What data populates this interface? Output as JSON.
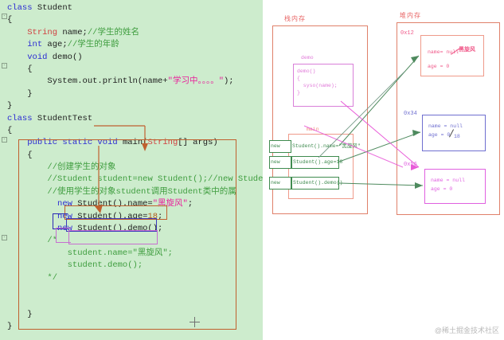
{
  "editor": {
    "background_color": "#cdeccd",
    "lines": [
      [
        {
          "t": "class ",
          "c": "kw"
        },
        {
          "t": "Student",
          "c": "plain"
        }
      ],
      [
        {
          "t": "{",
          "c": "plain"
        }
      ],
      [
        {
          "t": "    ",
          "c": "plain"
        },
        {
          "t": "String",
          "c": "typ"
        },
        {
          "t": " name;",
          "c": "plain"
        },
        {
          "t": "//学生的姓名",
          "c": "cmt"
        }
      ],
      [
        {
          "t": "    ",
          "c": "plain"
        },
        {
          "t": "int",
          "c": "kw"
        },
        {
          "t": " age;",
          "c": "plain"
        },
        {
          "t": "//学生的年龄",
          "c": "cmt"
        }
      ],
      [
        {
          "t": "    ",
          "c": "plain"
        },
        {
          "t": "void",
          "c": "kw"
        },
        {
          "t": " demo()",
          "c": "plain"
        }
      ],
      [
        {
          "t": "    {",
          "c": "plain"
        }
      ],
      [
        {
          "t": "        System.out.println(name+",
          "c": "plain"
        },
        {
          "t": "\"学习中。。。。\"",
          "c": "str"
        },
        {
          "t": ");",
          "c": "plain"
        }
      ],
      [
        {
          "t": "    }",
          "c": "plain"
        }
      ],
      [
        {
          "t": "}",
          "c": "plain"
        }
      ],
      [
        {
          "t": "class ",
          "c": "kw"
        },
        {
          "t": "StudentTest",
          "c": "plain"
        }
      ],
      [
        {
          "t": "{",
          "c": "plain"
        }
      ],
      [
        {
          "t": "    ",
          "c": "plain"
        },
        {
          "t": "public static void ",
          "c": "kw"
        },
        {
          "t": "main(",
          "c": "plain"
        },
        {
          "t": "String",
          "c": "typ"
        },
        {
          "t": "[] args)",
          "c": "plain"
        }
      ],
      [
        {
          "t": "    {",
          "c": "plain"
        }
      ],
      [
        {
          "t": "        ",
          "c": "plain"
        },
        {
          "t": "//创建学生的对象",
          "c": "cmt"
        }
      ],
      [
        {
          "t": "        ",
          "c": "plain"
        },
        {
          "t": "//Student student=new Student();//new Stude",
          "c": "cmt"
        }
      ],
      [
        {
          "t": "        ",
          "c": "plain"
        },
        {
          "t": "//使用学生的对象student调用Student类中的属",
          "c": "cmt"
        }
      ],
      [
        {
          "t": "          ",
          "c": "plain"
        },
        {
          "t": "new",
          "c": "kw"
        },
        {
          "t": " Student().name=",
          "c": "plain"
        },
        {
          "t": "\"黑旋风\"",
          "c": "str"
        },
        {
          "t": ";",
          "c": "plain"
        }
      ],
      [
        {
          "t": "          ",
          "c": "plain"
        },
        {
          "t": "new",
          "c": "kw"
        },
        {
          "t": " Student().age=",
          "c": "plain"
        },
        {
          "t": "18",
          "c": "num"
        },
        {
          "t": ";",
          "c": "plain"
        }
      ],
      [
        {
          "t": "          ",
          "c": "plain"
        },
        {
          "t": "new",
          "c": "kw"
        },
        {
          "t": " Student().demo();",
          "c": "plain"
        }
      ],
      [
        {
          "t": "        ",
          "c": "plain"
        },
        {
          "t": "/*",
          "c": "cmt"
        }
      ],
      [
        {
          "t": "            ",
          "c": "plain"
        },
        {
          "t": "student.name=\"黑旋风\";",
          "c": "cmt"
        }
      ],
      [
        {
          "t": "            ",
          "c": "plain"
        },
        {
          "t": "student.demo();",
          "c": "cmt"
        }
      ],
      [
        {
          "t": "        ",
          "c": "plain"
        },
        {
          "t": "*/",
          "c": "cmt"
        }
      ],
      [],
      [],
      [
        {
          "t": "    }",
          "c": "plain"
        }
      ],
      [
        {
          "t": "}",
          "c": "plain"
        }
      ]
    ]
  },
  "diagram": {
    "stack": {
      "title": "栈内存",
      "demo_frame": {
        "label": "demo",
        "body": [
          "demo()",
          "{",
          "  syso(name);",
          "}"
        ]
      },
      "main_frame": {
        "label": "main",
        "rows": [
          {
            "prefix": "new",
            "body": "Student().name=\"黑旋风\""
          },
          {
            "prefix": "new",
            "body": "Student().age=18"
          },
          {
            "prefix": "new",
            "body": "Student().demo()"
          }
        ]
      }
    },
    "heap": {
      "title": "堆内存",
      "objects": [
        {
          "address": "0x12",
          "color": "#f05a8a",
          "fields": [
            "name= null",
            "age = 0"
          ],
          "struck_field": "name= null",
          "annotation": "黑旋风"
        },
        {
          "address": "0x34",
          "color": "#6f6fd0",
          "fields": [
            "name = null",
            "age = 0"
          ],
          "struck_value": "0",
          "annotation": "18"
        },
        {
          "address": "0x56",
          "color": "#e060e0",
          "fields": [
            "name = null",
            "age = 0"
          ],
          "annotation": ""
        }
      ]
    }
  },
  "watermark": "@稀土掘金技术社区"
}
